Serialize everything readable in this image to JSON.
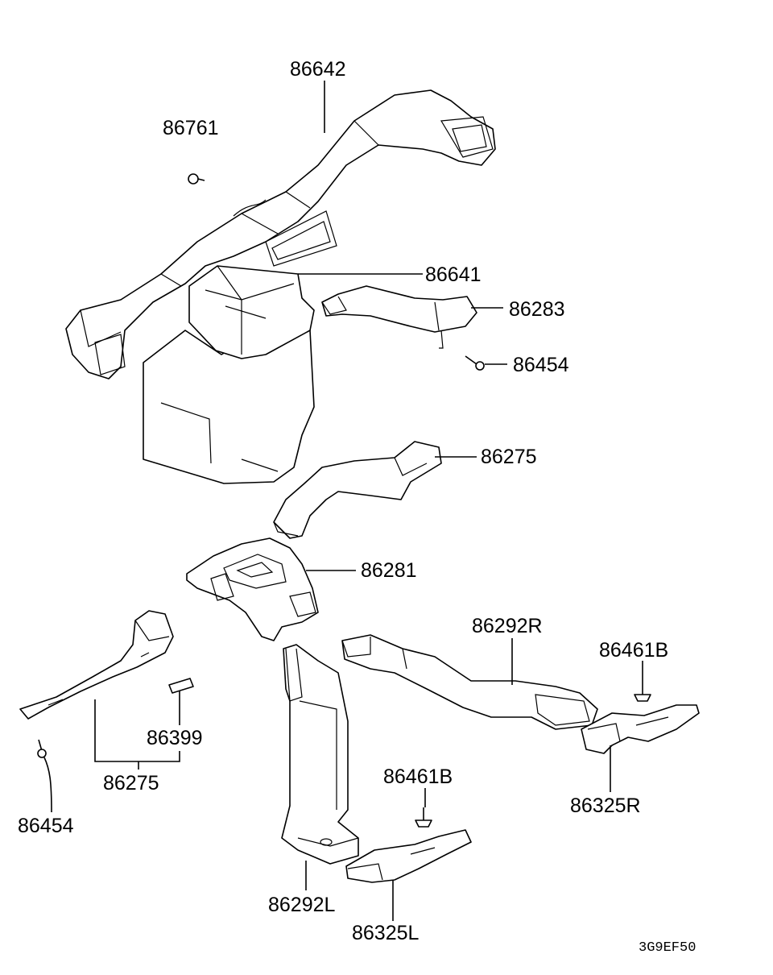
{
  "diagram": {
    "part_labels": [
      "86642",
      "86761",
      "86641",
      "86283",
      "86454",
      "86275",
      "86281",
      "86292R",
      "86461B",
      "86399",
      "86275",
      "86454",
      "86325R",
      "86461B",
      "86292L",
      "86325L"
    ],
    "figure_code": "3G9EF50"
  }
}
